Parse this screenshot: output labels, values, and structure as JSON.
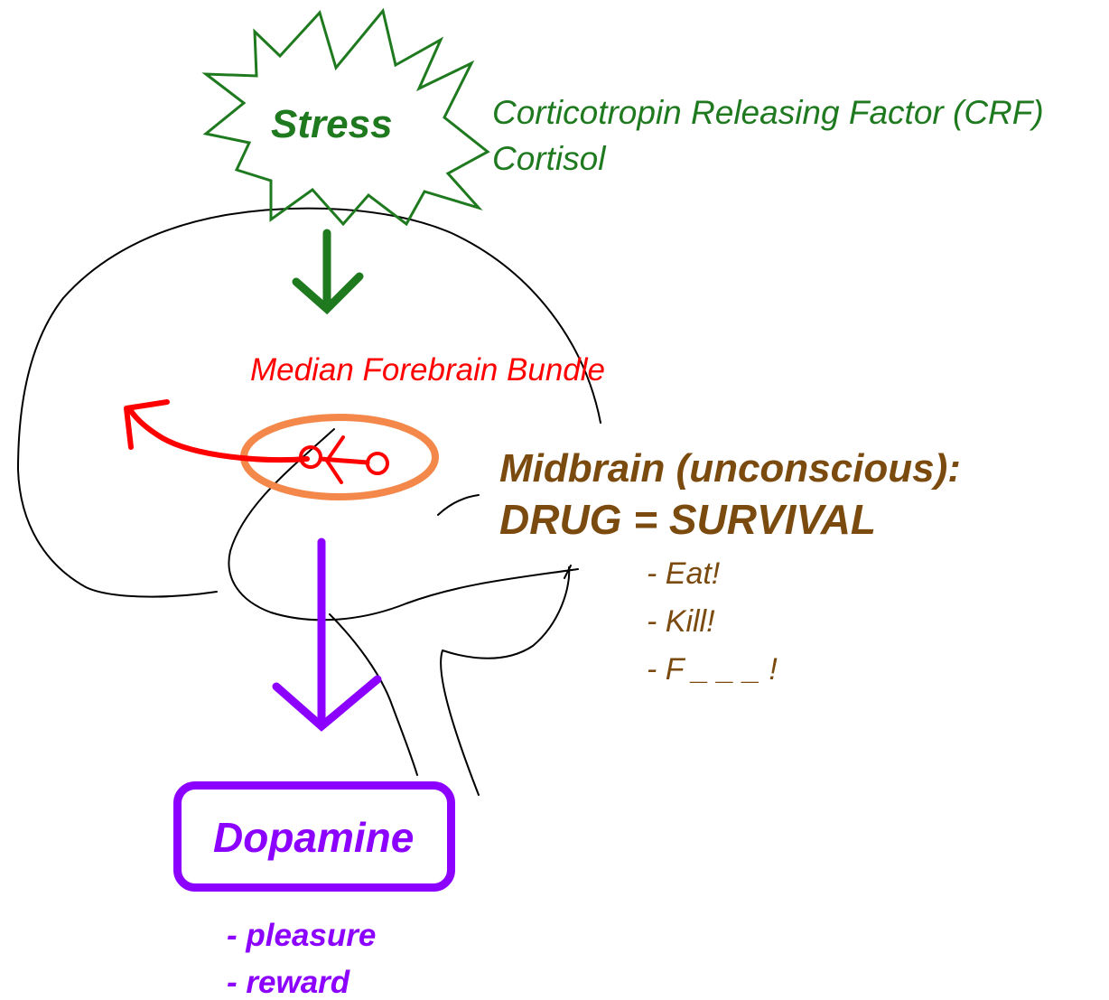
{
  "stress": {
    "label": "Stress",
    "hormones": [
      "Corticotropin Releasing Factor (CRF)",
      "Cortisol"
    ]
  },
  "pathway": {
    "label": "Median Forebrain Bundle"
  },
  "midbrain": {
    "heading": "Midbrain (unconscious):",
    "equation": "DRUG = SURVIVAL",
    "drives": [
      "- Eat!",
      "- Kill!",
      "- F _ _ _ !"
    ]
  },
  "dopamine": {
    "label": "Dopamine",
    "effects": [
      "- pleasure",
      "- reward"
    ]
  },
  "colors": {
    "stress": "#1f7a1f",
    "pathway": "#ff0000",
    "vta_ellipse": "#f4884a",
    "midbrain": "#7a4a0e",
    "dopamine": "#8b00ff",
    "brain_outline": "#000000"
  }
}
